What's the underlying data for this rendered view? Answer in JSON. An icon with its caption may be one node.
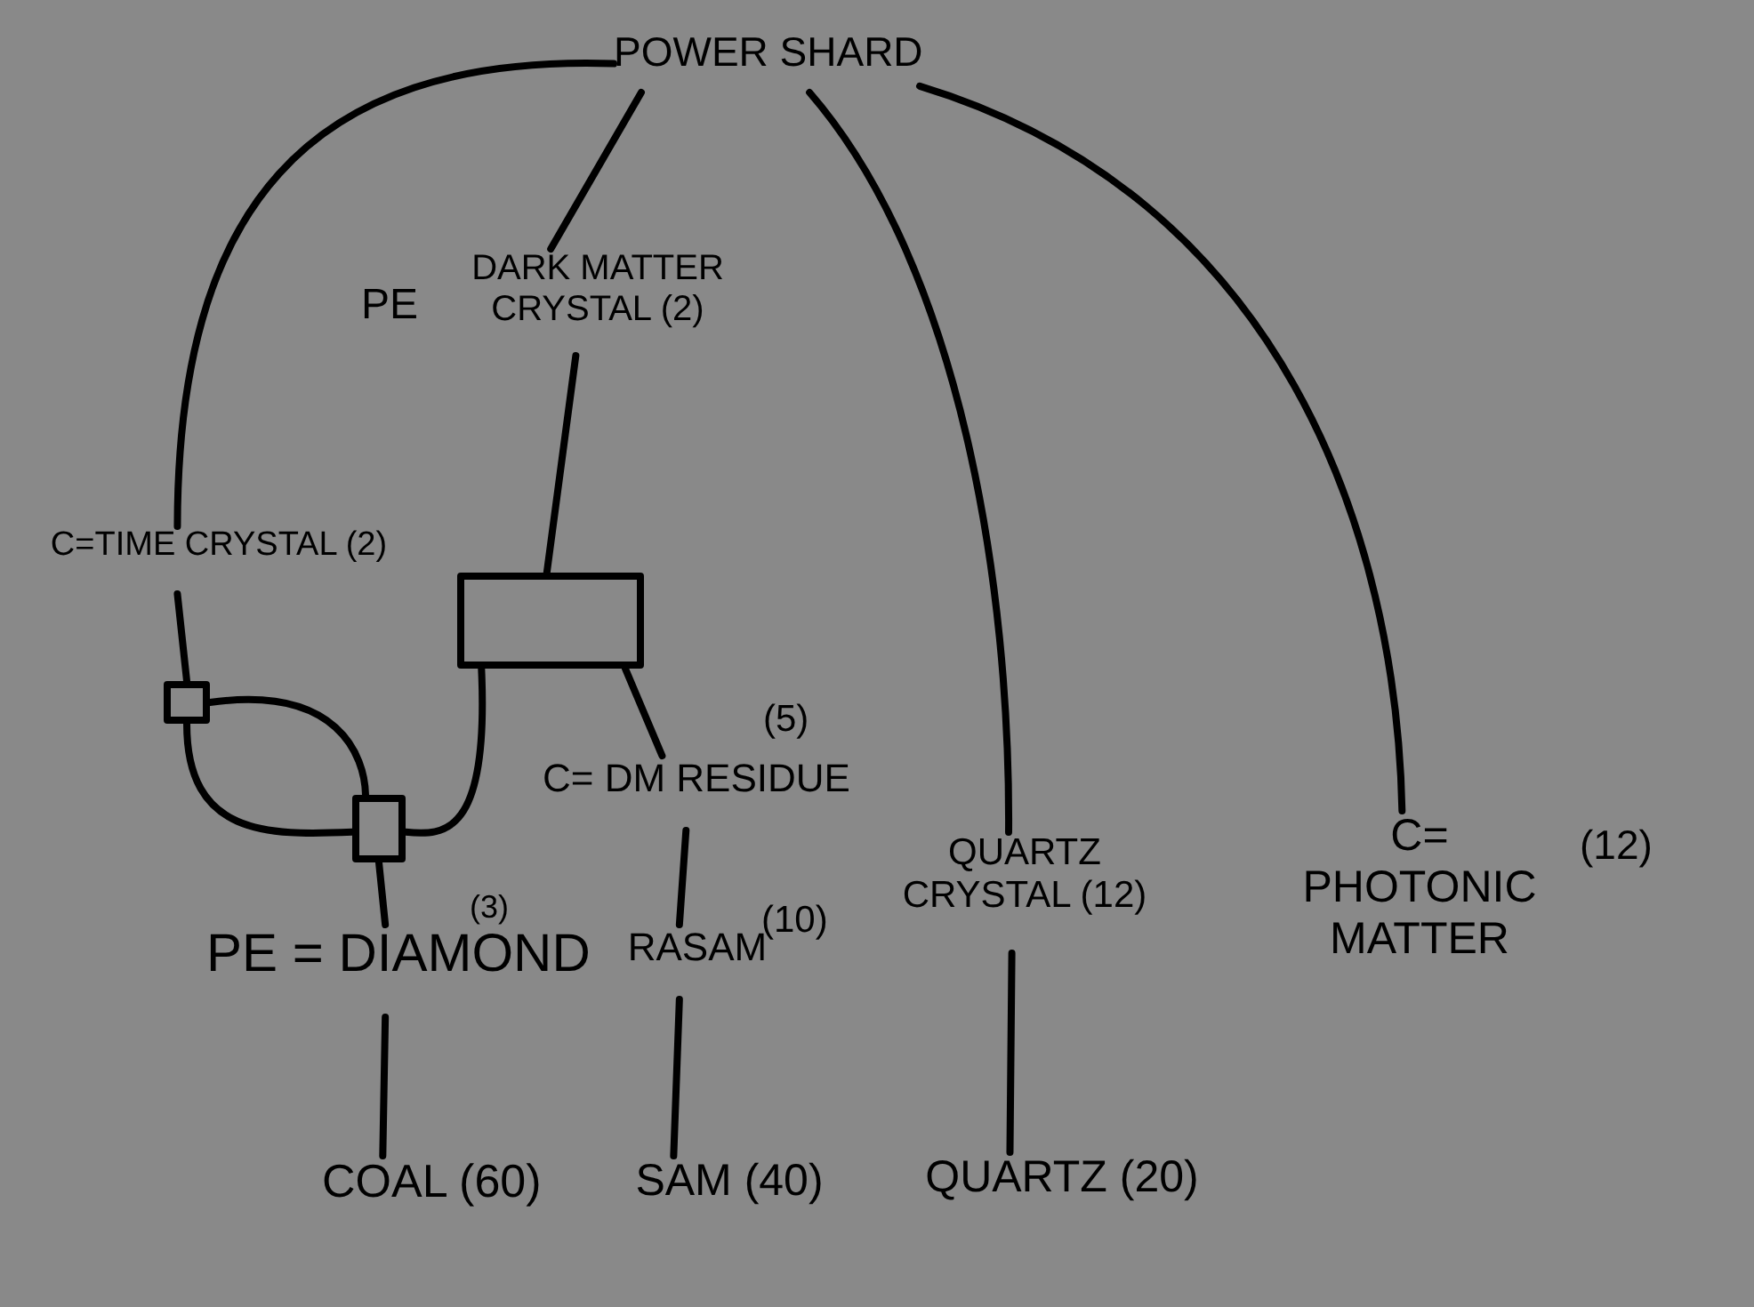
{
  "diagram": {
    "nodes": [
      {
        "text": [
          "POWER SHARD"
        ]
      },
      {
        "text": [
          "DARK MATTER CRYSTAL (2)"
        ],
        "beside": [
          "PE"
        ]
      },
      {
        "text": [
          "C=TIME CRYSTAL (2)"
        ]
      },
      {
        "text": [],
        "shape": "box"
      },
      {
        "text": [],
        "shape": "box"
      },
      {
        "text": [],
        "shape": "box"
      },
      {
        "text": [
          "C= DM RESIDUE"
        ],
        "beside": [
          "(5)"
        ]
      },
      {
        "text": [
          "QUARTZ CRYSTAL (12)"
        ]
      },
      {
        "text": [
          "C= PHOTONIC MATTER"
        ],
        "beside": [
          "(12)"
        ]
      },
      {
        "text": [
          "PE = DIAMOND"
        ],
        "beside": [
          "(3)"
        ]
      },
      {
        "text": [
          "RASAM"
        ],
        "beside": [
          "(10)"
        ]
      },
      {
        "text": [
          "COAL (60)"
        ]
      },
      {
        "text": [
          "SAM (40)"
        ]
      },
      {
        "text": [
          "QUARTZ (20)"
        ]
      }
    ],
    "edges": [
      {
        "from": 0,
        "to": 2,
        "arrow": "none"
      },
      {
        "from": 0,
        "to": 1,
        "arrow": "none"
      },
      {
        "from": 0,
        "to": 7,
        "arrow": "none"
      },
      {
        "from": 0,
        "to": 8,
        "arrow": "none"
      },
      {
        "from": 1,
        "to": 3,
        "arrow": "none"
      },
      {
        "from": 2,
        "to": 4,
        "arrow": "none"
      },
      {
        "from": 4,
        "to": 5,
        "arrow": "none"
      },
      {
        "from": 4,
        "to": 5,
        "arrow": "none"
      },
      {
        "from": 3,
        "to": 5,
        "arrow": "none"
      },
      {
        "from": 3,
        "to": 6,
        "arrow": "none"
      },
      {
        "from": 5,
        "to": 9,
        "arrow": "none"
      },
      {
        "from": 6,
        "to": 10,
        "arrow": "none"
      },
      {
        "from": 7,
        "to": 13,
        "arrow": "none"
      },
      {
        "from": 9,
        "to": 11,
        "arrow": "none"
      },
      {
        "from": 10,
        "to": 12,
        "arrow": "none"
      }
    ]
  }
}
